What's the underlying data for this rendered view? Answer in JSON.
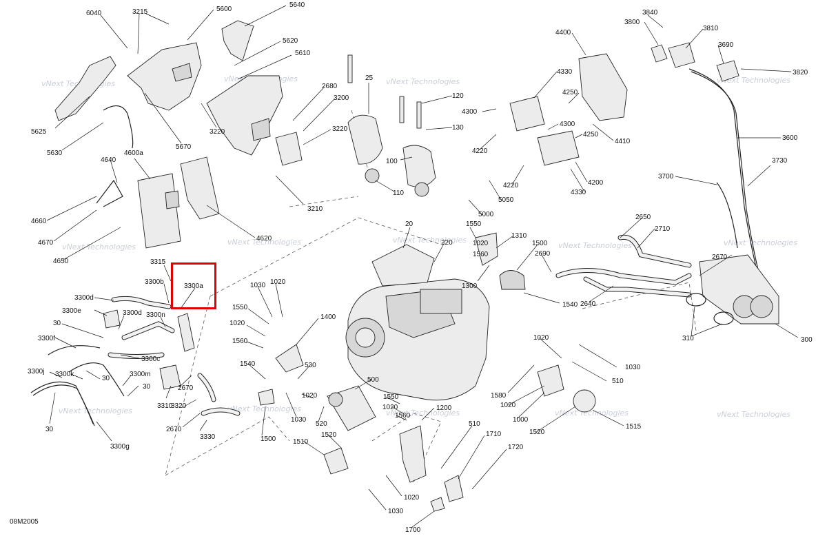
{
  "diagram": {
    "drawing_code": "08M2005",
    "watermark": "vNext Technologies",
    "highlight_color": "#e00000",
    "highlighted_label": "3300a",
    "labels": [
      "6040",
      "3215",
      "5600",
      "5640",
      "5620",
      "5610",
      "5625",
      "5630",
      "5670",
      "3220",
      "2680",
      "3200",
      "3220",
      "3210",
      "25",
      "120",
      "130",
      "100",
      "110",
      "4400",
      "4330",
      "4300",
      "4250",
      "4410",
      "4300",
      "4250",
      "4220",
      "4200",
      "4330",
      "4220",
      "5050",
      "5000",
      "3840",
      "3800",
      "3810",
      "3690",
      "3820",
      "3600",
      "3730",
      "3700",
      "4640",
      "4600a",
      "4620",
      "4660",
      "4670",
      "4650",
      "20",
      "220",
      "1550",
      "1020",
      "1560",
      "1310",
      "1300",
      "1500",
      "2690",
      "1540",
      "2650",
      "2710",
      "2640",
      "2670",
      "300",
      "310",
      "3315",
      "3300b",
      "3300a",
      "3300d",
      "3300e",
      "3300d",
      "3300n",
      "30",
      "3300f",
      "3300c",
      "3300j",
      "3300k",
      "30",
      "3300m",
      "30",
      "30",
      "3300g",
      "2670",
      "3310",
      "3320",
      "2670",
      "3330",
      "1030",
      "1020",
      "1550",
      "1020",
      "1560",
      "1400",
      "1540",
      "530",
      "500",
      "1020",
      "520",
      "1030",
      "1500",
      "1550",
      "1020",
      "1560",
      "1200",
      "1510",
      "1520",
      "510",
      "1710",
      "1720",
      "1020",
      "1030",
      "1700",
      "1020",
      "1030",
      "510",
      "1580",
      "1020",
      "1000",
      "1520",
      "1515"
    ]
  }
}
